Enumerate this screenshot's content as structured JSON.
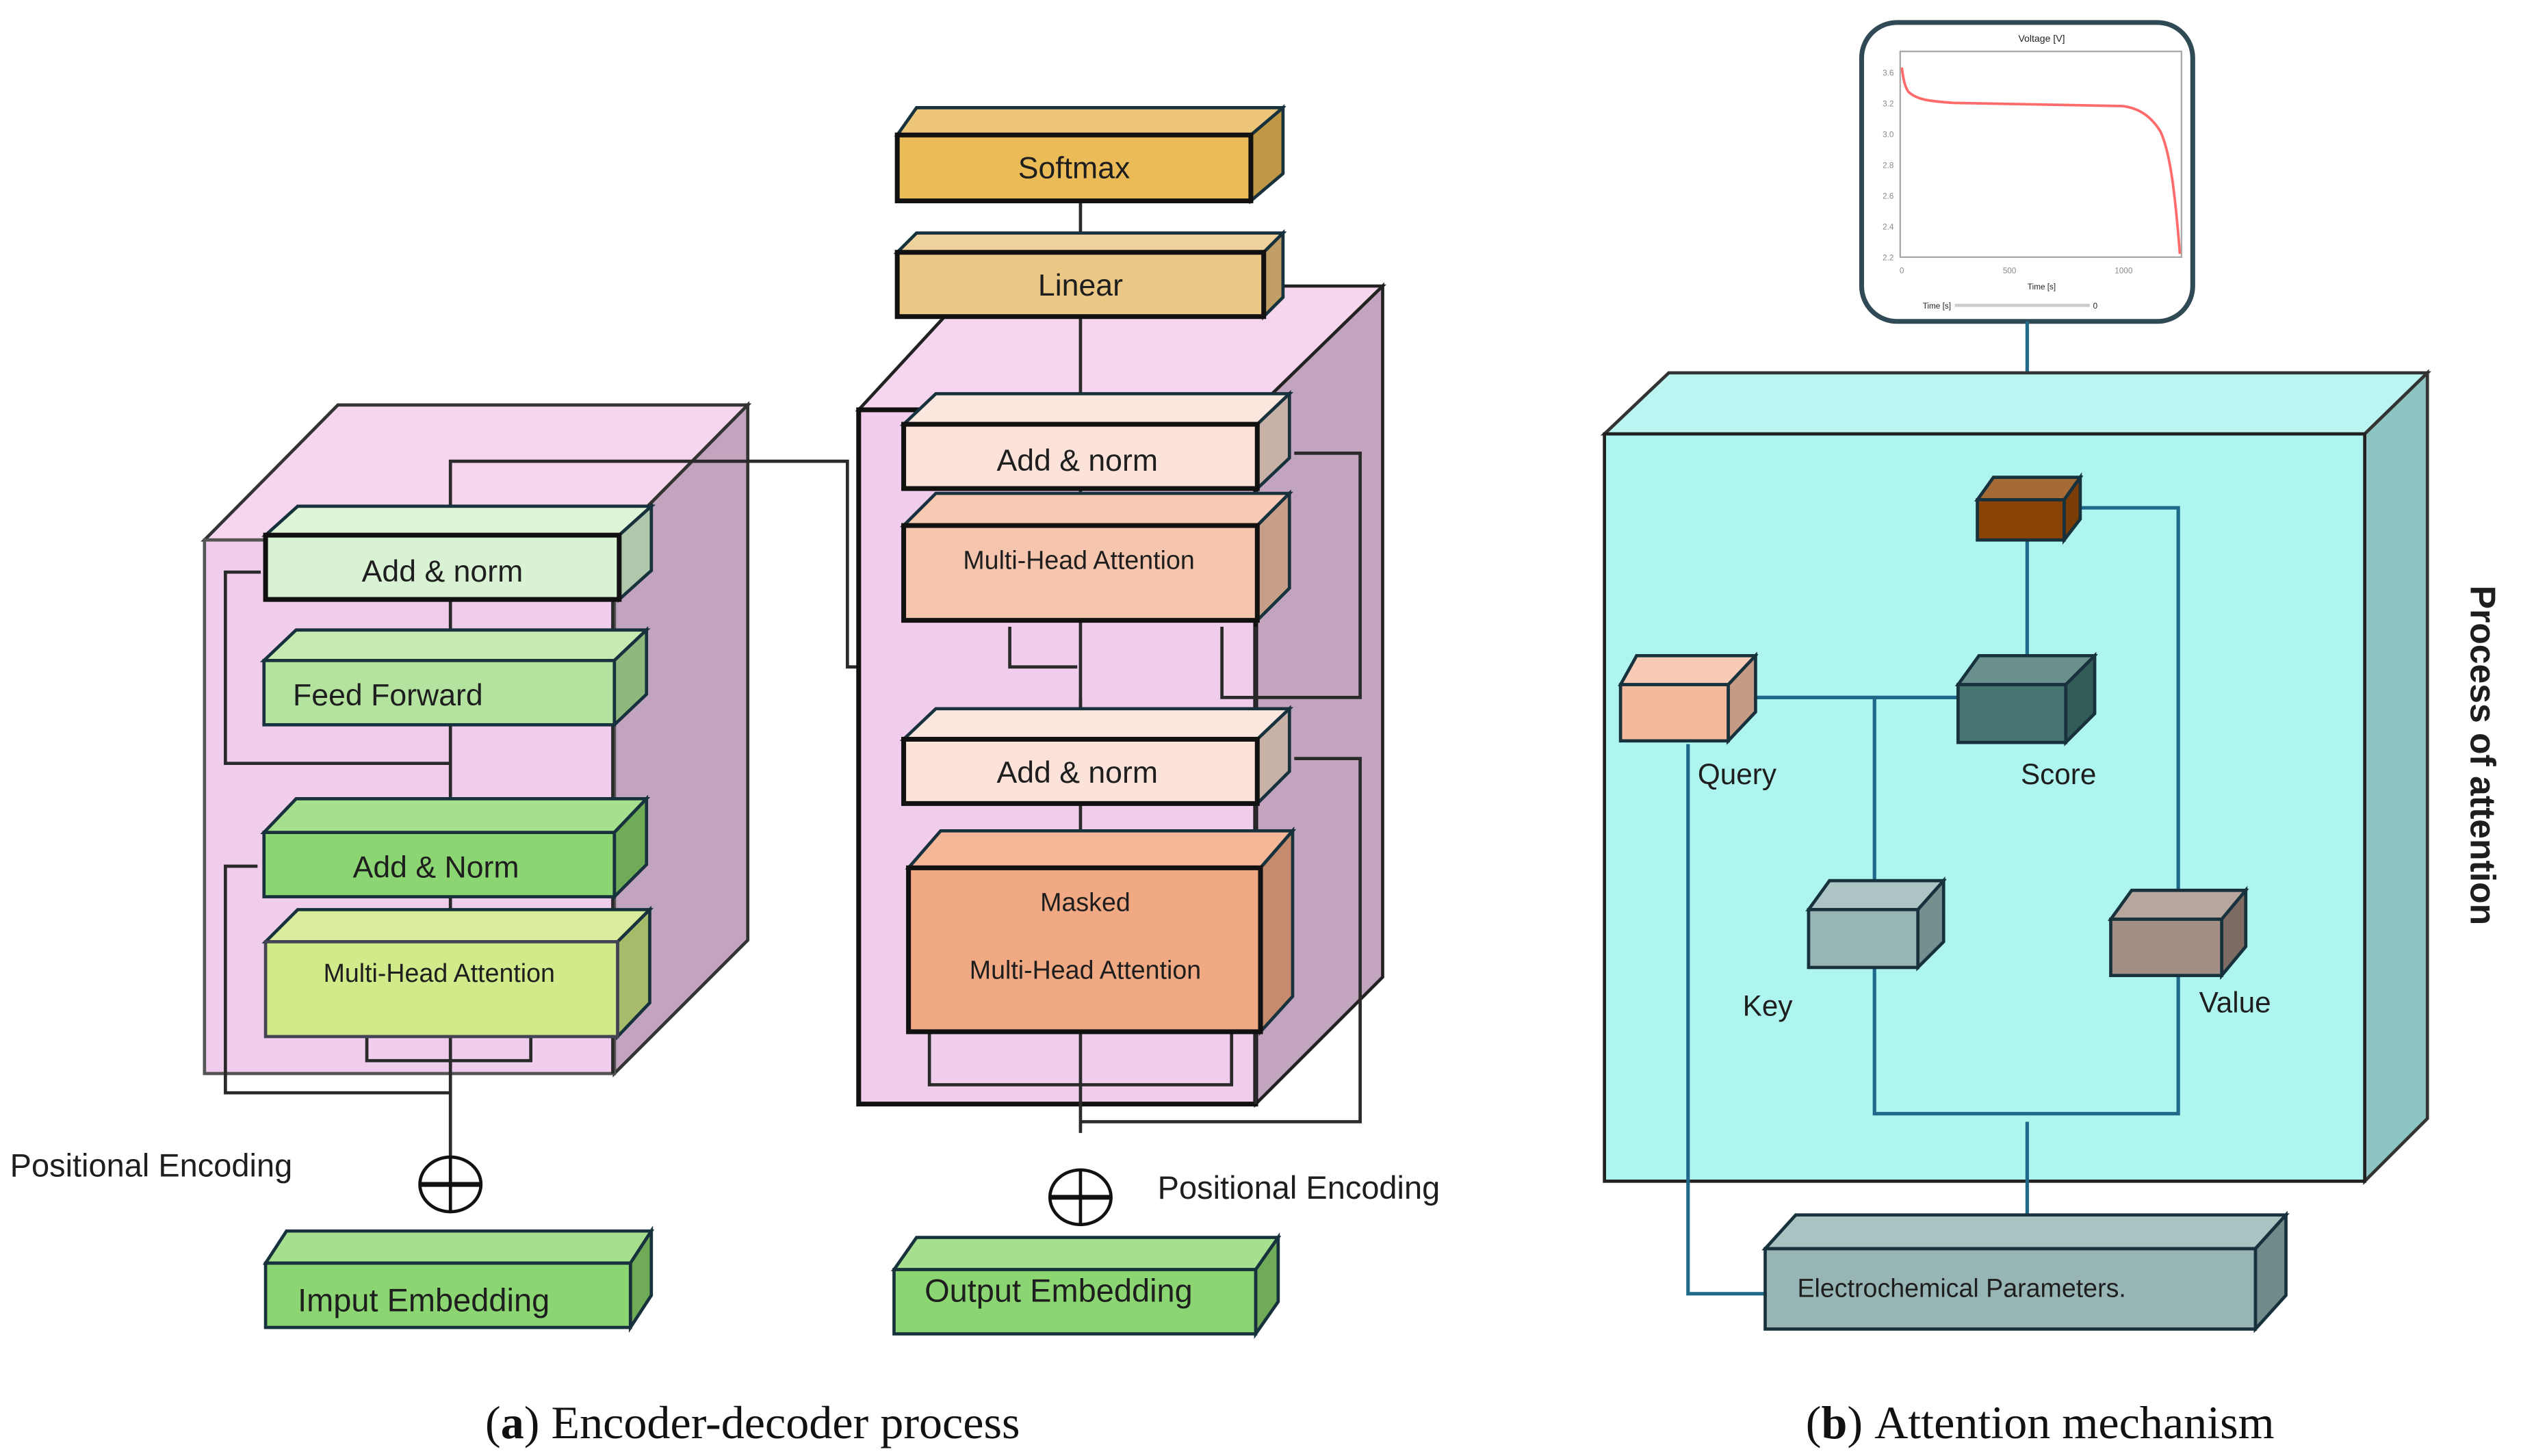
{
  "encoder": {
    "add_norm_top": "Add & norm",
    "feed_forward": "Feed Forward",
    "add_norm_bottom": "Add & Norm",
    "multi_head_attention": "Multi-Head Attention",
    "positional_encoding": "Positional Encoding",
    "input_embedding": "Imput Embedding"
  },
  "decoder": {
    "softmax": "Softmax",
    "linear": "Linear",
    "add_norm_top": "Add & norm",
    "multi_head_attention": "Multi-Head Attention",
    "add_norm_middle": "Add & norm",
    "masked_line1": "Masked",
    "masked_line2": "Multi-Head Attention",
    "positional_encoding": "Positional Encoding",
    "output_embedding": "Output Embedding"
  },
  "attention": {
    "side_label": "Process of attention",
    "query": "Query",
    "score": "Score",
    "key": "Key",
    "value": "Value",
    "electrochemical": "Electrochemical Parameters.",
    "colors": {
      "panel": "#aef4ef",
      "output_cube": "#8a4304",
      "query_cube": "#f3b99c",
      "score_cube": "#467470",
      "key_cube": "#97b5b4",
      "value_cube": "#a48f86",
      "param_box": "#97b5b4"
    }
  },
  "voltage_plot": {
    "title": "Voltage [V]",
    "xlabel": "Time [s]",
    "y_ticks": [
      "3.6",
      "3.2",
      "3.0",
      "2.8",
      "2.6",
      "2.4",
      "2.2"
    ],
    "x_ticks": [
      "0",
      "500",
      "1000"
    ],
    "slider_label": "Time [s]",
    "slider_value": "0",
    "line_color": "#ff6b6b"
  },
  "captions": {
    "a_letter": "a",
    "a_text": "Encoder-decoder process",
    "b_letter": "b",
    "b_text": "Attention mechanism"
  },
  "colors": {
    "block_pink": "#f2cfec",
    "block_pink_side": "#c2a4bf",
    "enc_light_green": "#d8f2d3",
    "enc_green": "#b4e3a0",
    "enc_mid_green": "#8bd672",
    "enc_lime": "#d1ea8a",
    "dec_peach_light": "#fbe3d9",
    "dec_peach": "#f6c5ad",
    "dec_orange": "#f0a983",
    "softmax": "#ebbb58",
    "linear": "#ecc887"
  }
}
